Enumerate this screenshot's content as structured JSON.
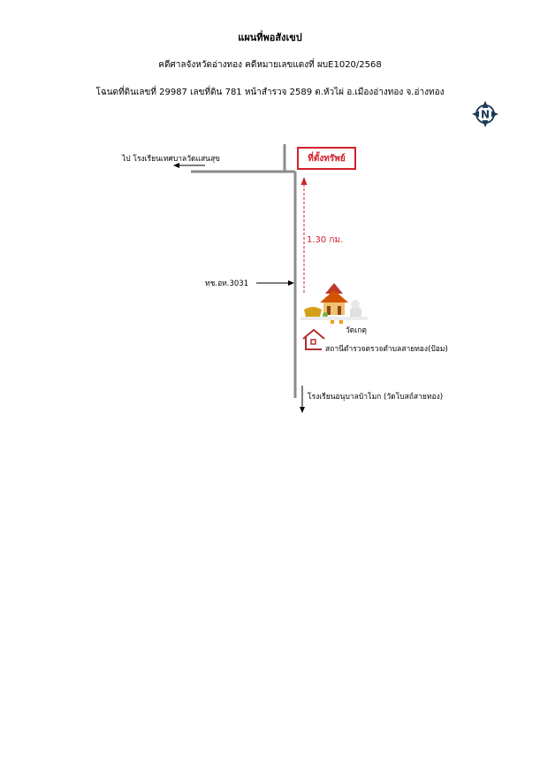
{
  "header": {
    "title": "แผนที่พอสังเขป",
    "case_line": "คดีศาลจังหวัดอ่างทอง คดีหมายเลขแดงที่ ผบE1020/2568",
    "deed_line": "โฉนดที่ดินเลขที่ 29987 เลขที่ดิน 781 หน้าสำรวจ 2589 ต.หัวไผ่ อ.เมืองอ่างทอง จ.อ่างทอง"
  },
  "compass": {
    "letter": "N"
  },
  "map": {
    "property_label": "ที่ตั้งทรัพย์",
    "distance_label": "1.30 กม.",
    "to_school_label": "ไป โรงเรียนเทศบาลวัดแสนสุข",
    "road_label": "ทช.อท.3031",
    "temple_label": "วัดเกตุ",
    "police_label": "สถานีตำรวจตรวจตำบลสายทอง(ป้อม)",
    "kindergarten_label": "โรงเรียนอนุบาลบ้าโมก (วัดโบสถ์สายทอง)"
  },
  "colors": {
    "accent": "#d0202a",
    "road": "#8c8c8c",
    "ink": "#000000"
  }
}
